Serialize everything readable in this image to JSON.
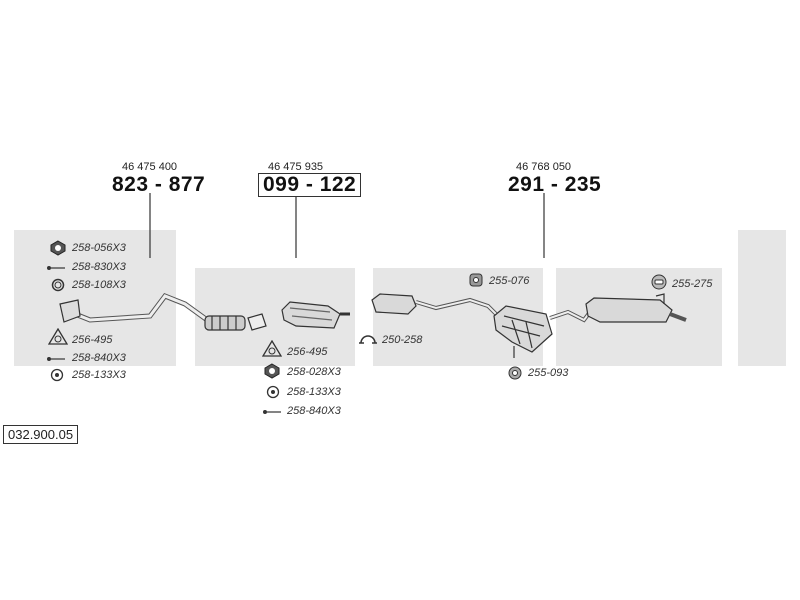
{
  "catalog_number": "032.900.05",
  "assemblies": [
    {
      "ref_number": "46 475 400",
      "part_number": "823-877",
      "boxed": false
    },
    {
      "ref_number": "46 475 935",
      "part_number": "099-122",
      "boxed": true
    },
    {
      "ref_number": "46 768 050",
      "part_number": "291-235",
      "boxed": false
    }
  ],
  "parts": {
    "g1": [
      "258-056X3",
      "258-830X3",
      "258-108X3"
    ],
    "g2": [
      "256-495",
      "258-840X3",
      "258-133X3"
    ],
    "g3": [
      "256-495",
      "258-028X3",
      "258-133X3",
      "258-840X3"
    ],
    "g4": [
      "250-258"
    ],
    "g5": [
      "255-076"
    ],
    "g6": [
      "255-093"
    ],
    "g7": [
      "255-275"
    ]
  },
  "icons": {
    "nut": "hex-nut-icon",
    "bolt": "bolt-icon",
    "ring": "gasket-ring-icon",
    "flange": "flange-gasket-icon",
    "washer": "washer-icon",
    "clamp": "clamp-icon",
    "hanger": "rubber-hanger-icon"
  },
  "colors": {
    "band": "#e6e6e6",
    "line": "#333333",
    "part_fill": "#d9d9d9"
  }
}
